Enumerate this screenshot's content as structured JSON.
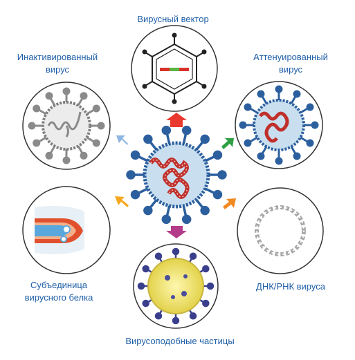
{
  "labels": {
    "top": "Вирусный вектор",
    "left_line1": "Инактивированный",
    "left_line2": "вирус",
    "right_line1": "Аттенуированный",
    "right_line2": "вирус",
    "bottom_left_line1": "Субъединица",
    "bottom_left_line2": "вирусного белка",
    "bottom_right": "ДНК/РНК вируса",
    "bottom": "Вирусоподобные частицы"
  },
  "colors": {
    "label": "#1f5fa8",
    "virus_body": "#c9dff0",
    "virus_membrane": "#2c5f9e",
    "rna": "#c0302b",
    "arrow_top": "#e8382f",
    "arrow_left": "#8fb5e3",
    "arrow_right": "#2ea043",
    "arrow_bottom_left": "#f6a821",
    "arrow_bottom_right": "#f08a24",
    "arrow_bottom": "#b43a8a"
  }
}
